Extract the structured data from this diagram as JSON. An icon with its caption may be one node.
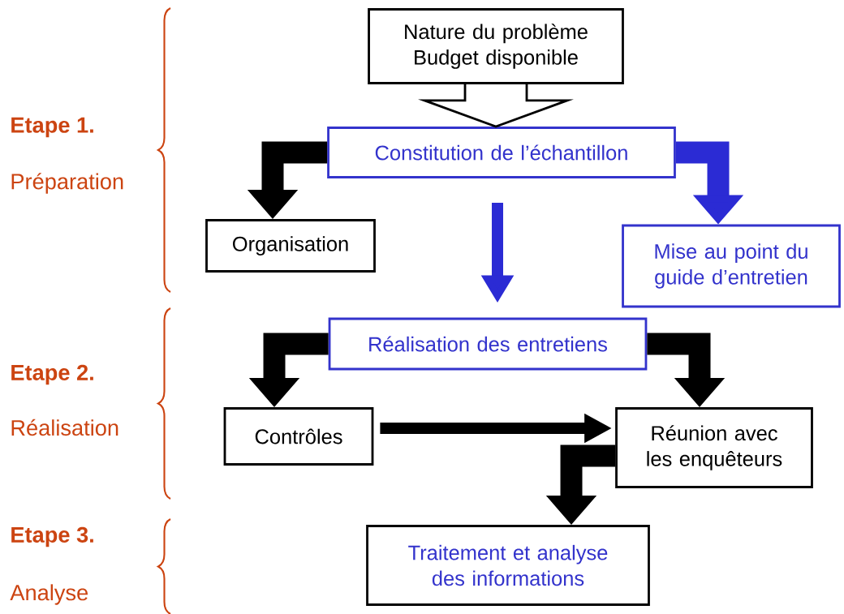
{
  "diagram": {
    "nodes": [
      {
        "text": [
          "Nature du problème Budget disponible"
        ]
      },
      {
        "text": [
          "Constitution de l’échantillon"
        ]
      },
      {
        "text": [
          "Organisation"
        ]
      },
      {
        "text": [
          "Mise au point du guide d’entretien"
        ]
      },
      {
        "text": [
          "Réalisation des entretiens"
        ]
      },
      {
        "text": [
          "Contrôles"
        ]
      },
      {
        "text": [
          "Réunion avec les enquêteurs"
        ]
      },
      {
        "text": [
          "Traitement et analyse des informations"
        ]
      }
    ],
    "edges": [
      {
        "from": 0,
        "to": 1,
        "arrow": "to"
      },
      {
        "from": 1,
        "to": 2,
        "arrow": "to"
      },
      {
        "from": 1,
        "to": 3,
        "arrow": "to",
        "color": "#2b2bd4"
      },
      {
        "from": 1,
        "to": 4,
        "arrow": "to",
        "color": "#2b2bd4"
      },
      {
        "from": 4,
        "to": 5,
        "arrow": "to"
      },
      {
        "from": 4,
        "to": 6,
        "arrow": "to"
      },
      {
        "from": 5,
        "to": 6,
        "arrow": "to"
      },
      {
        "from": 6,
        "to": 7,
        "arrow": "to"
      }
    ],
    "labels": [
      "Etape 1.",
      "Préparation",
      "Etape 2.",
      "Réalisation",
      "Etape 3.",
      "Analyse"
    ]
  }
}
